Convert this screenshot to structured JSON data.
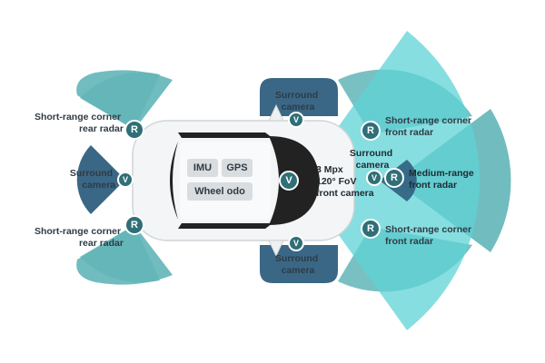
{
  "colors": {
    "radar_fill": "#62b5b8",
    "radar_light": "#8fd6d7",
    "camera_dark": "#2f5f7e",
    "front_camera": "#5fd3d6",
    "badge": "#2f6f77",
    "car_body": "#f3f5f6",
    "glass": "#222222",
    "chip": "#d9dde0"
  },
  "chips": {
    "imu": "IMU",
    "gps": "GPS",
    "wheel_odo": "Wheel odo"
  },
  "badges": {
    "radar": "R",
    "camera": "V"
  },
  "labels": {
    "rear_left_radar": [
      "Short-range corner",
      "rear radar"
    ],
    "rear_right_radar": [
      "Short-range corner",
      "rear radar"
    ],
    "rear_camera": [
      "Surround",
      "camera"
    ],
    "top_camera": [
      "Surround",
      "camera"
    ],
    "bottom_camera": [
      "Surround",
      "camera"
    ],
    "front_surround_camera": [
      "Surround",
      "camera"
    ],
    "front_camera": [
      "3 Mpx",
      "120° FoV",
      "front camera"
    ],
    "front_left_radar": [
      "Short-range corner",
      "front radar"
    ],
    "front_right_radar": [
      "Short-range corner",
      "front radar"
    ],
    "medium_radar": [
      "Medium-range",
      "front radar"
    ]
  },
  "icons": [
    "radar-badge-icon",
    "camera-badge-icon"
  ]
}
